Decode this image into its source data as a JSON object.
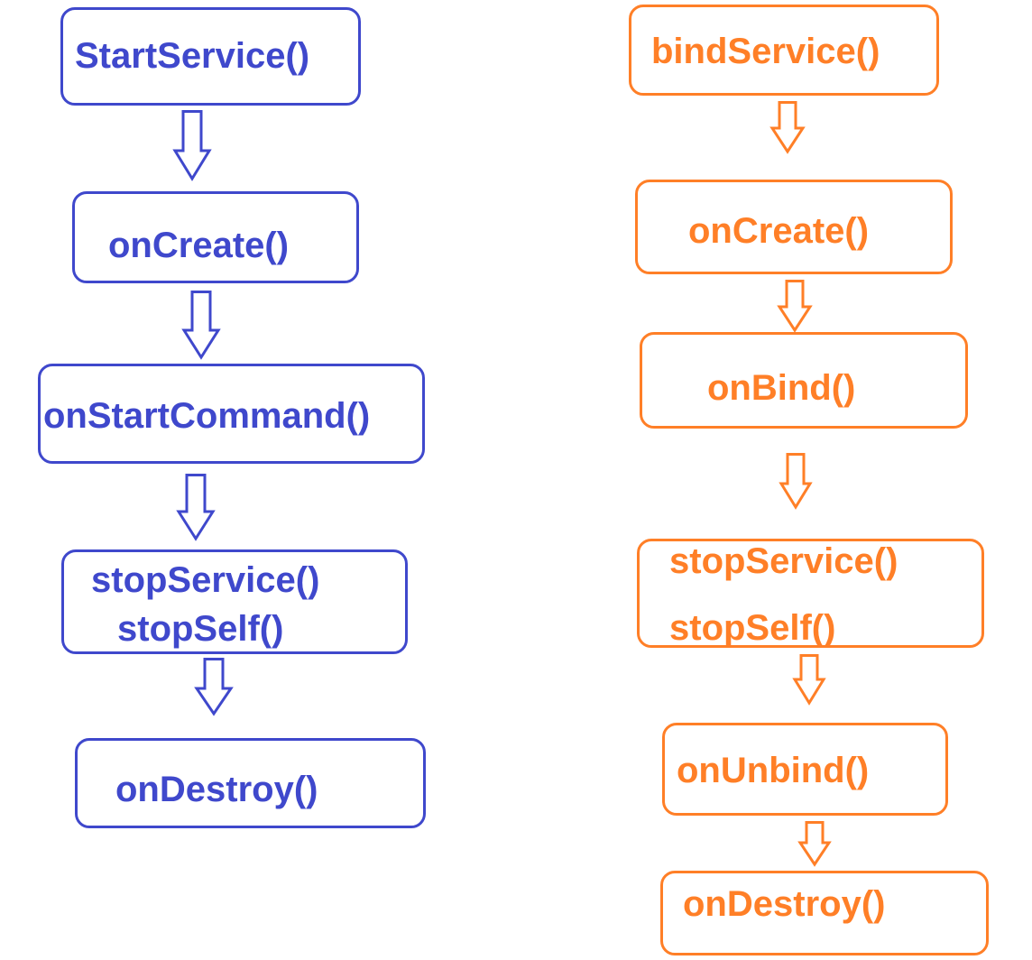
{
  "colors": {
    "start_flow": "#3f48cc",
    "bind_flow": "#ff7f27"
  },
  "start_flow": {
    "start": "StartService()",
    "create": "onCreate()",
    "start_command": "onStartCommand()",
    "stop_service": "stopService()",
    "stop_self": "stopSelf()",
    "destroy": "onDestroy()"
  },
  "bind_flow": {
    "bind": "bindService()",
    "create": "onCreate()",
    "on_bind": "onBind()",
    "stop_service": "stopService()",
    "stop_self": "stopSelf()",
    "unbind": "onUnbind()",
    "destroy": "onDestroy()"
  }
}
